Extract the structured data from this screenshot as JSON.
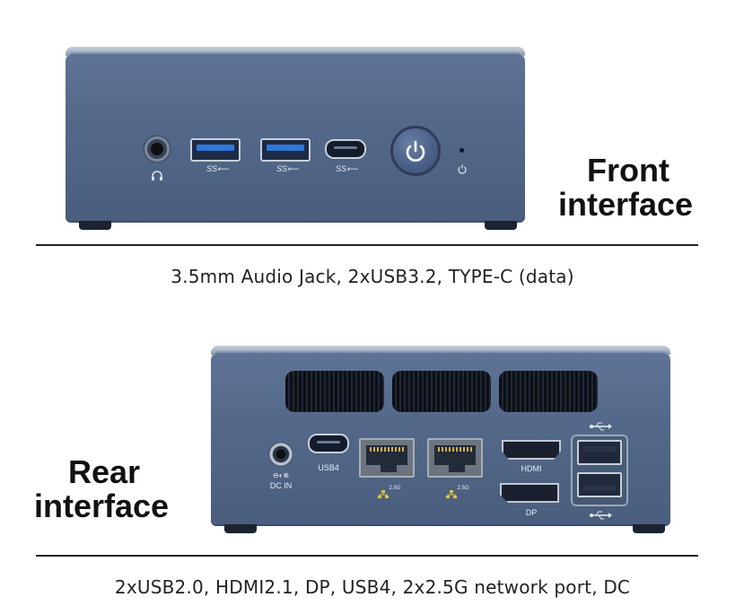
{
  "front": {
    "title_line1": "Front",
    "title_line2": "interface",
    "caption": "3.5mm Audio Jack, 2xUSB3.2, TYPE-C (data)",
    "port_marks": [
      "SS⟵",
      "SS⟵",
      "SS⟵"
    ]
  },
  "rear": {
    "title_line1": "Rear",
    "title_line2": "interface",
    "caption": "2xUSB2.0, HDMI2.1, DP, USB4, 2x2.5G network port, DC",
    "dc_label_top": "⊖◐⊕",
    "dc_label": "DC IN",
    "usb4_label": "USB4",
    "lan_label": "2.5G",
    "hdmi_label": "HDMI",
    "dp_label": "DP"
  },
  "colors": {
    "device_body": "#536888",
    "port_accent": "#2f77d8",
    "text": "#111111"
  },
  "icons": [
    "headphone-icon",
    "power-icon",
    "network-icon",
    "usb-icon"
  ]
}
